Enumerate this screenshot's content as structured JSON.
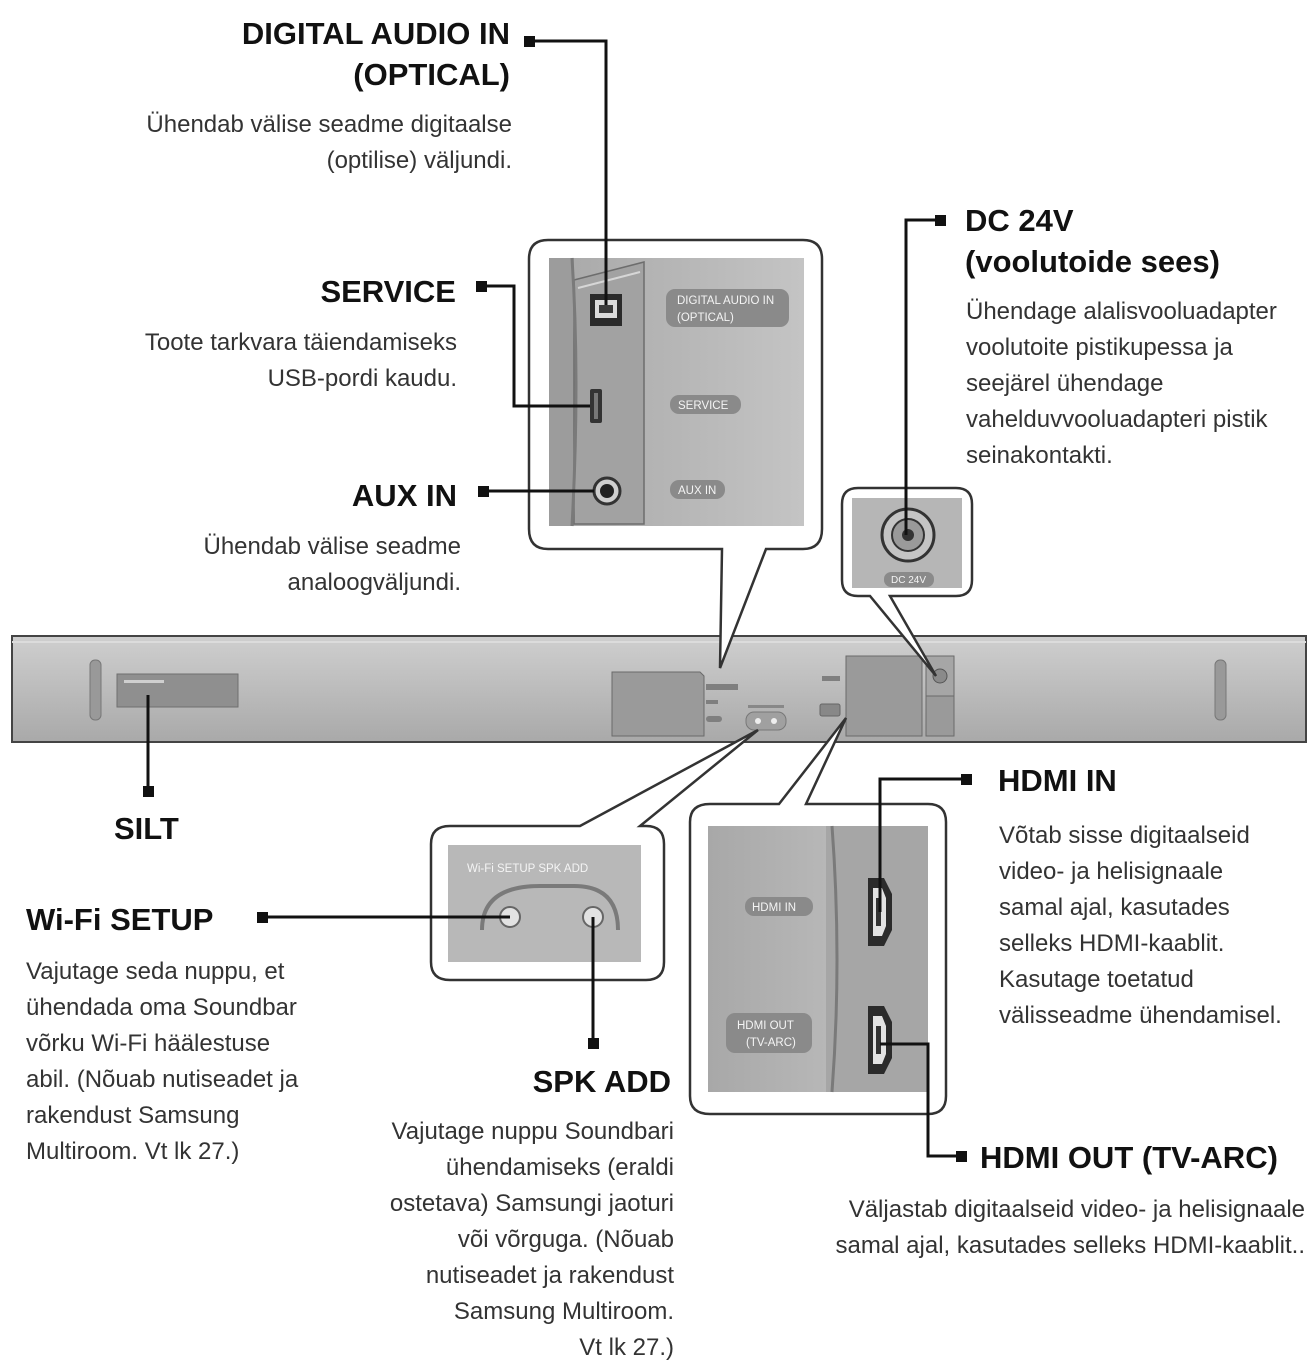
{
  "callouts": {
    "digital_audio_in": {
      "title_lines": [
        "DIGITAL AUDIO IN",
        "(OPTICAL)"
      ],
      "desc_lines": [
        "Ühendab välise seadme digitaalse",
        "(optilise) väljundi."
      ]
    },
    "service": {
      "title_lines": [
        "SERVICE"
      ],
      "desc_lines": [
        "Toote tarkvara täiendamiseks",
        "USB-pordi kaudu."
      ]
    },
    "aux_in": {
      "title_lines": [
        "AUX IN"
      ],
      "desc_lines": [
        "Ühendab välise seadme",
        "analoogväljundi."
      ]
    },
    "dc_24v": {
      "title_lines": [
        "DC 24V",
        "(voolutoide sees)"
      ],
      "desc_lines": [
        "Ühendage alalisvooluadapter",
        "voolutoite pistikupessa ja",
        "seejärel ühendage",
        "vahelduvvooluadapteri pistik",
        "seinakontakti."
      ]
    },
    "silt": {
      "title_lines": [
        "SILT"
      ]
    },
    "hdmi_in": {
      "title_lines": [
        "HDMI IN"
      ],
      "desc_lines": [
        "Võtab sisse digitaalseid",
        "video- ja helisignaale",
        "samal ajal, kasutades",
        "selleks HDMI-kaablit.",
        "Kasutage toetatud",
        "välisseadme ühendamisel."
      ]
    },
    "wifi_setup": {
      "title_lines": [
        "Wi-Fi SETUP"
      ],
      "desc_lines": [
        "Vajutage seda nuppu, et",
        "ühendada oma Soundbar",
        "võrku Wi-Fi häälestuse",
        "abil. (Nõuab nutiseadet ja",
        "rakendust Samsung",
        "Multiroom. Vt lk 27.)"
      ]
    },
    "spk_add": {
      "title_lines": [
        "SPK ADD"
      ],
      "desc_lines": [
        "Vajutage nuppu Soundbari",
        "ühendamiseks (eraldi",
        "ostetava) Samsungi jaoturi",
        "või võrguga. (Nõuab",
        "nutiseadet ja rakendust",
        "Samsung Multiroom.",
        "Vt lk 27.)"
      ]
    },
    "hdmi_out": {
      "title_lines": [
        "HDMI OUT (TV-ARC)"
      ],
      "desc_lines": [
        "Väljastab digitaalseid video- ja helisignaale",
        "samal ajal, kasutades selleks HDMI-kaablit.."
      ]
    }
  },
  "panel_labels": {
    "digital_audio_in": [
      "DIGITAL AUDIO IN",
      "(OPTICAL)"
    ],
    "service": "SERVICE",
    "aux_in": "AUX IN",
    "dc_24v": "DC 24V",
    "wifi_spk": "Wi-Fi SETUP SPK ADD",
    "hdmi_in": "HDMI IN",
    "hdmi_out": [
      "HDMI OUT",
      "(TV-ARC)"
    ]
  },
  "colors": {
    "bar_body": "#bdbdbd",
    "panel_bg": "#b8b8b8",
    "panel_dark": "#909090",
    "label_pill": "#8a8a8a",
    "leader_line": "#111111"
  }
}
